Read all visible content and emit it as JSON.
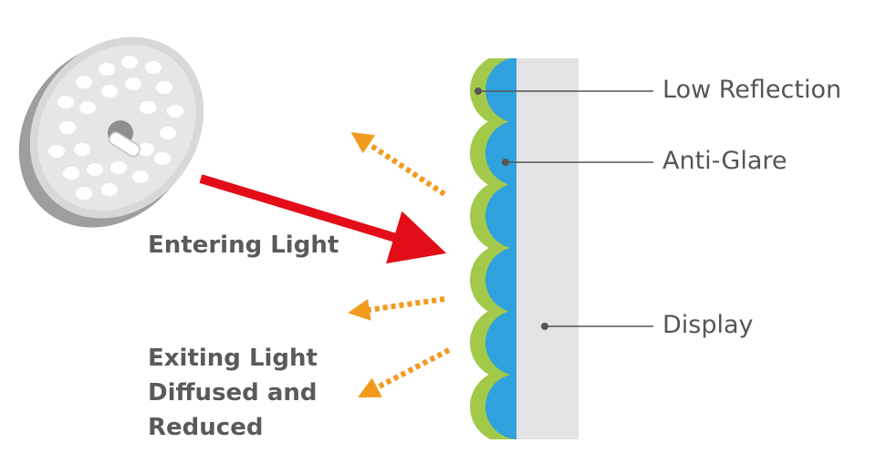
{
  "labels": {
    "entering": "Entering Light",
    "exiting": [
      "Exiting Light",
      "Diffused and",
      "Reduced"
    ],
    "low_reflection": "Low Reflection",
    "anti_glare": "Anti-Glare",
    "display": "Display"
  },
  "colors": {
    "entering_arrow": "#e30d18",
    "exiting_arrows": "#f29a1e",
    "low_reflection_layer": "#a2c94a",
    "anti_glare_layer": "#2fa1dc",
    "display_panel": "#e3e3e3",
    "leader_lines": "#555555",
    "lamp_body": "#d9d9d9"
  },
  "icons": [
    "lamp-icon"
  ]
}
